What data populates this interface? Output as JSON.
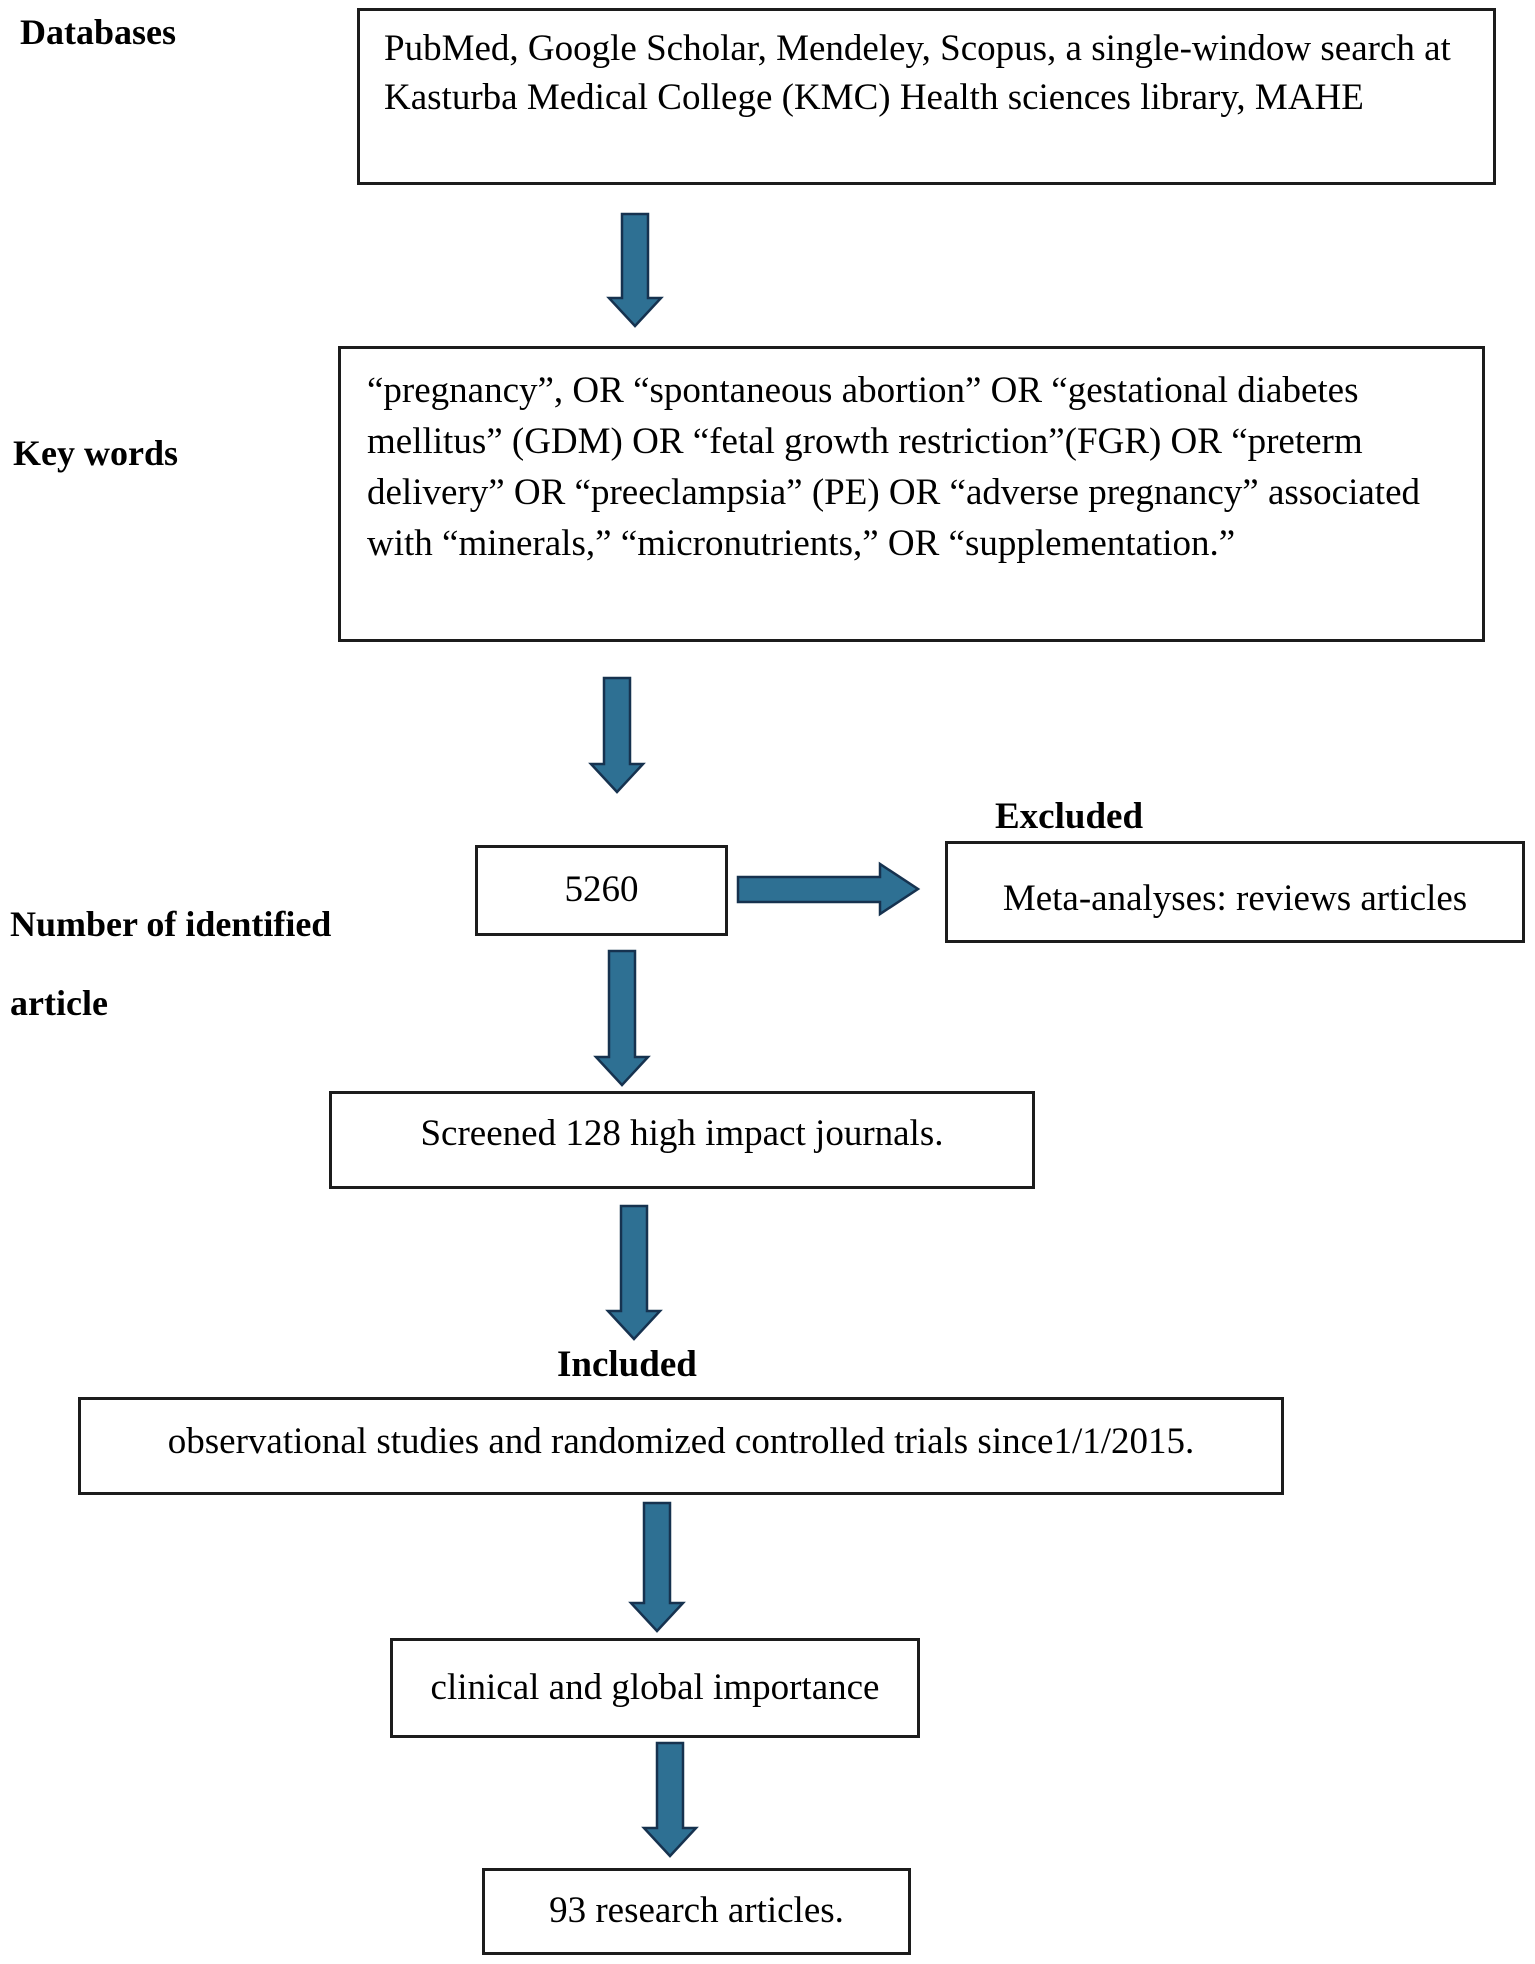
{
  "colors": {
    "background": "#ffffff",
    "text": "#000000",
    "box_border": "#1c1c1c",
    "arrow_fill": "#2e7093",
    "arrow_stroke": "#16324f"
  },
  "labels": {
    "databases": "Databases",
    "keywords": "Key words",
    "identified": "Number of identified\narticle",
    "excluded": "Excluded",
    "included": "Included"
  },
  "boxes": {
    "databases": "PubMed, Google Scholar, Mendeley, Scopus, a single-window search at Kasturba Medical College (KMC) Health sciences library, MAHE",
    "keywords": "“pregnancy”, OR “spontaneous abortion” OR “gestational diabetes mellitus” (GDM) OR “fetal growth restriction”(FGR) OR “preterm delivery” OR “preeclampsia” (PE) OR “adverse pregnancy” associated with “minerals,” “micronutrients,” OR “supplementation.”",
    "identified_count": "5260",
    "excluded_reason": "Meta-analyses: reviews articles",
    "screened": "Screened 128 high impact journals.",
    "included_criteria": "observational studies and randomized controlled trials since1/1/2015.",
    "relevance": "clinical and global importance",
    "final_count": "93 research articles."
  }
}
